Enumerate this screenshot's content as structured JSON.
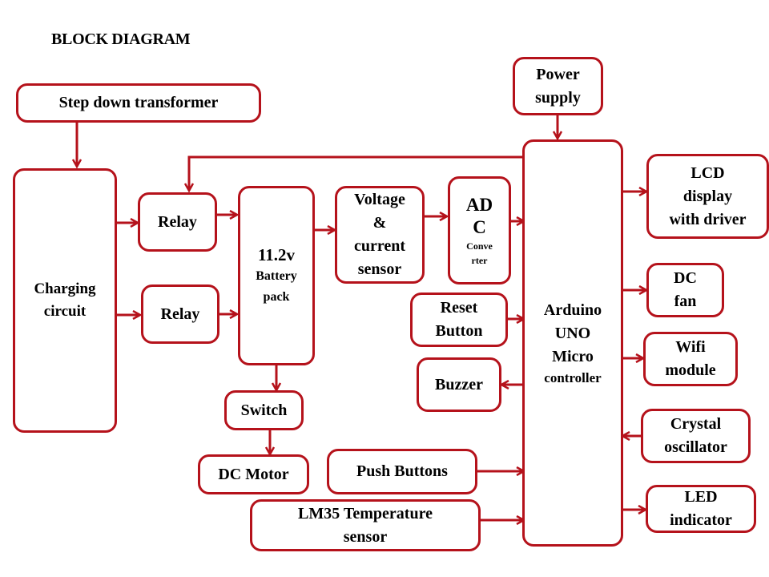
{
  "title": "BLOCK DIAGRAM",
  "accent_color": "#b5121b",
  "blocks": {
    "step_down": [
      "Step down transformer"
    ],
    "charging": [
      "Charging",
      "circuit"
    ],
    "relay1": [
      "Relay"
    ],
    "relay2": [
      "Relay"
    ],
    "battery": [
      "11.2v",
      "Battery",
      "pack"
    ],
    "vc_sensor": [
      "Voltage",
      "&",
      "current",
      "sensor"
    ],
    "adc": [
      "AD",
      "C",
      "Conve",
      "rter"
    ],
    "power": [
      "Power",
      "supply"
    ],
    "arduino": [
      "Arduino",
      "UNO",
      "Micro",
      "controller"
    ],
    "reset": [
      "Reset",
      "Button"
    ],
    "buzzer": [
      "Buzzer"
    ],
    "switch": [
      "Switch"
    ],
    "motor": [
      "DC Motor"
    ],
    "push": [
      "Push Buttons"
    ],
    "lm35": [
      "LM35 Temperature",
      "sensor"
    ],
    "lcd": [
      "LCD",
      "display",
      "with driver"
    ],
    "fan": [
      "DC",
      "fan"
    ],
    "wifi": [
      "Wifi",
      "module"
    ],
    "crystal": [
      "Crystal",
      "oscillator"
    ],
    "led": [
      "LED",
      "indicator"
    ]
  },
  "connections": [
    [
      "step_down",
      "charging"
    ],
    [
      "charging",
      "relay1"
    ],
    [
      "charging",
      "relay2"
    ],
    [
      "relay1",
      "battery"
    ],
    [
      "relay2",
      "battery"
    ],
    [
      "battery",
      "vc_sensor"
    ],
    [
      "vc_sensor",
      "adc"
    ],
    [
      "adc",
      "arduino"
    ],
    [
      "power",
      "arduino"
    ],
    [
      "arduino",
      "relay1"
    ],
    [
      "reset",
      "arduino"
    ],
    [
      "arduino",
      "buzzer"
    ],
    [
      "battery",
      "switch"
    ],
    [
      "switch",
      "motor"
    ],
    [
      "push",
      "arduino"
    ],
    [
      "lm35",
      "arduino"
    ],
    [
      "arduino",
      "lcd"
    ],
    [
      "arduino",
      "fan"
    ],
    [
      "arduino",
      "wifi"
    ],
    [
      "crystal",
      "arduino"
    ],
    [
      "arduino",
      "led"
    ]
  ]
}
